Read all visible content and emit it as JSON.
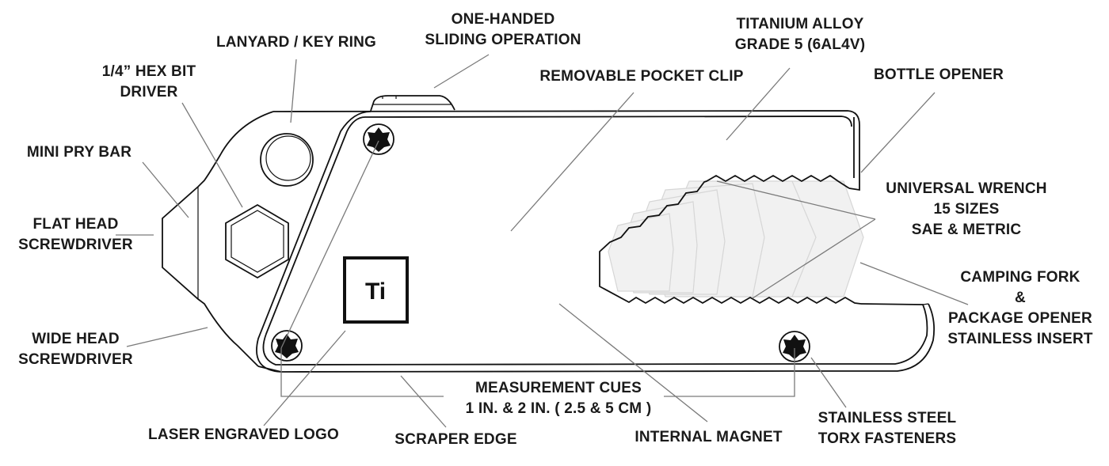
{
  "diagram": {
    "title": "Titanium multi-tool feature callouts",
    "logo_text": "Ti",
    "colors": {
      "line": "#111111",
      "leader": "#7a7a7a",
      "wrench_fill": "#f1f1f1",
      "text": "#1a1a1a"
    },
    "labels": {
      "lanyard": [
        "LANYARD / KEY RING"
      ],
      "hex_bit": [
        "1/4” HEX BIT",
        "DRIVER"
      ],
      "one_handed": [
        "ONE-HANDED",
        "SLIDING OPERATION"
      ],
      "pocket_clip": [
        "REMOVABLE POCKET CLIP"
      ],
      "titanium": [
        "TITANIUM ALLOY",
        "GRADE 5 (6AL4V)"
      ],
      "bottle_opener": [
        "BOTTLE OPENER"
      ],
      "mini_pry": [
        "MINI PRY BAR"
      ],
      "flat_head": [
        "FLAT HEAD",
        "SCREWDRIVER"
      ],
      "wrench": [
        "UNIVERSAL WRENCH",
        "15 SIZES",
        "SAE & METRIC"
      ],
      "camping_fork": [
        "CAMPING FORK",
        "&",
        "PACKAGE OPENER",
        "STAINLESS INSERT"
      ],
      "wide_head": [
        "WIDE HEAD",
        "SCREWDRIVER"
      ],
      "measurement": [
        "MEASUREMENT CUES",
        "1 IN. & 2 IN. ( 2.5 & 5 CM )"
      ],
      "laser_logo": [
        "LASER ENGRAVED LOGO"
      ],
      "scraper": [
        "SCRAPER EDGE"
      ],
      "magnet": [
        "INTERNAL MAGNET"
      ],
      "torx": [
        "STAINLESS STEEL",
        "TORX FASTENERS"
      ]
    }
  }
}
